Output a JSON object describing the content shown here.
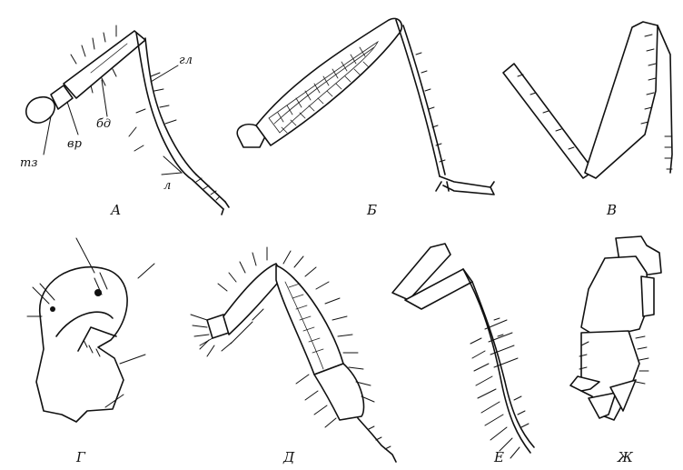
{
  "figures": [
    {
      "id": "A",
      "letter": "А",
      "labels": {
        "coxa": "тз",
        "trochanter": "вр",
        "femur": "бд",
        "tibia": "гл",
        "tarsus": "л"
      }
    },
    {
      "id": "B",
      "letter": "Б"
    },
    {
      "id": "V",
      "letter": "В"
    },
    {
      "id": "G",
      "letter": "Г"
    },
    {
      "id": "D",
      "letter": "Д"
    },
    {
      "id": "E",
      "letter": "Е"
    },
    {
      "id": "ZH",
      "letter": "Ж"
    }
  ]
}
